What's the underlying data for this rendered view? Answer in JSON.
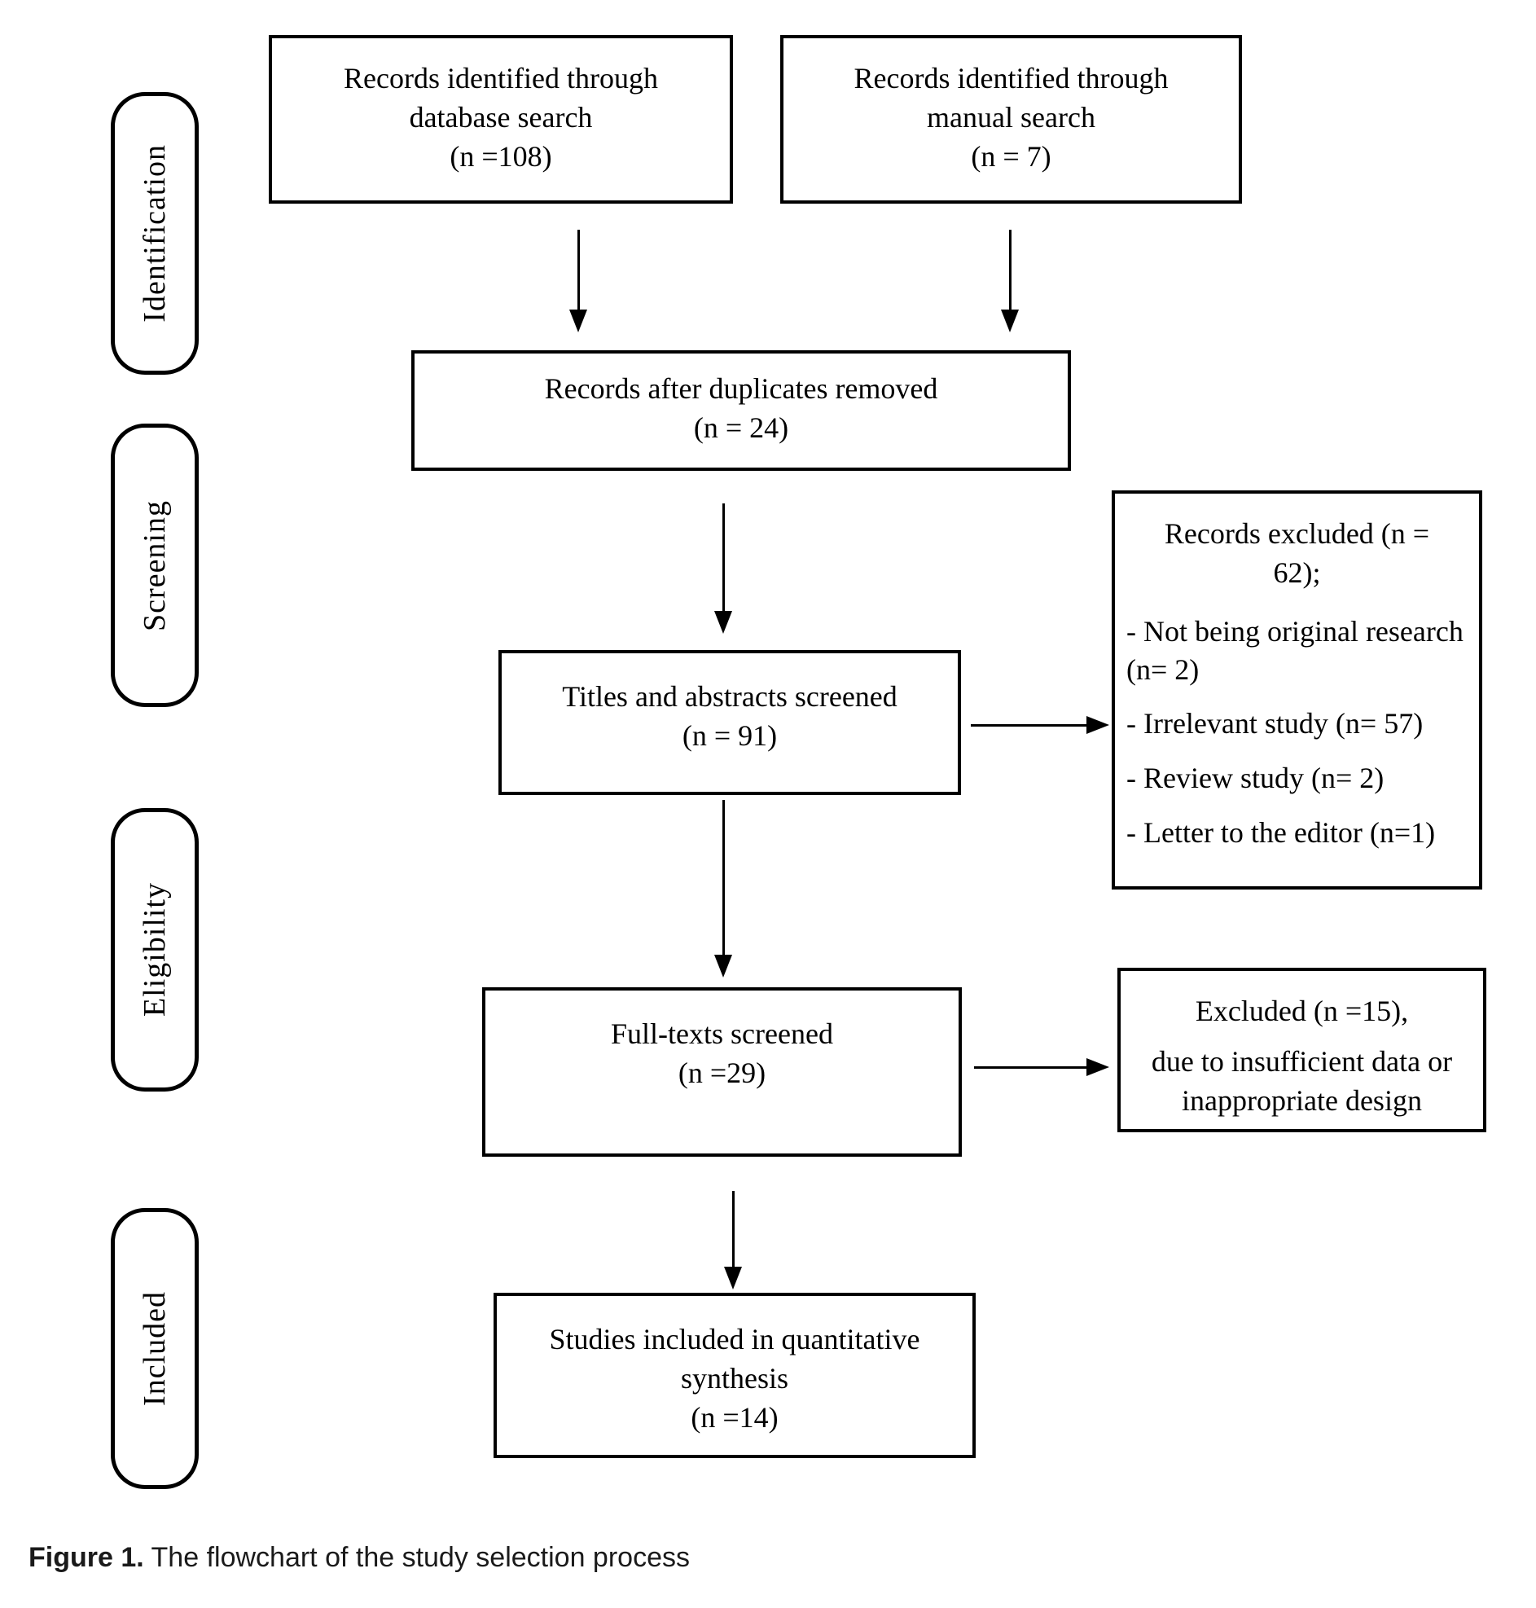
{
  "stages": {
    "identification": "Identification",
    "screening": "Screening",
    "eligibility": "Eligibility",
    "included": "Included"
  },
  "nodes": {
    "db_search": "Records identified through\ndatabase search\n(n =108)",
    "manual_search": "Records identified through\nmanual search\n(n = 7)",
    "duplicates_removed": "Records after duplicates removed\n(n = 24)",
    "titles_screened": "Titles and abstracts screened\n(n = 91)",
    "records_excluded": {
      "title": "Records excluded (n =\n62);",
      "items": [
        "- Not being original research (n= 2)",
        "- Irrelevant study (n= 57)",
        "- Review study (n= 2)",
        "- Letter to the editor (n=1)"
      ]
    },
    "fulltexts_screened": "Full-texts screened\n(n =29)",
    "excluded_fulltexts": {
      "title": "Excluded (n =15),",
      "body": "due to insufficient data or\ninappropriate design"
    },
    "included_synthesis": "Studies included in quantitative\nsynthesis\n(n =14)"
  },
  "caption": {
    "label": "Figure 1.",
    "text": " The flowchart of the study selection process"
  }
}
